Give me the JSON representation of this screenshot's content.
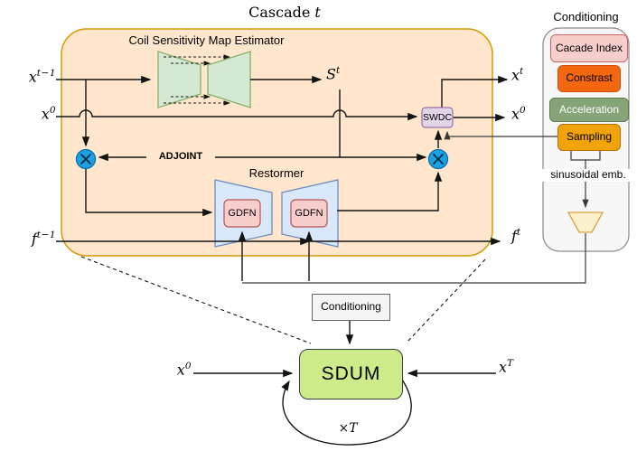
{
  "title": {
    "prefix": "Cascade ",
    "var": "t"
  },
  "cascade": {
    "csme_label": "Coil Sensitivity Map Estimator",
    "adjoint_label": "ADJOINT",
    "restormer_label": "Restormer",
    "gdfn1_label": "GDFN",
    "gdfn2_label": "GDFN",
    "swdc_label": "SWDC"
  },
  "signals": {
    "x_prev": {
      "base": "x",
      "sup": "t−1"
    },
    "x0_in": {
      "base": "x",
      "sup": "0"
    },
    "f_prev": {
      "base": "f",
      "sup": "t−1"
    },
    "s_map": {
      "base": "S",
      "sup": "t"
    },
    "x_out": {
      "base": "x",
      "sup": "t"
    },
    "x0_out": {
      "base": "x",
      "sup": "0"
    },
    "f_out": {
      "base": "f",
      "sup": "t"
    }
  },
  "conditioning_panel": {
    "title": "Conditioning",
    "items": [
      {
        "label": "Cacade Index",
        "fill": "#f8cecc"
      },
      {
        "label": "Constrast",
        "fill": "#f2670f"
      },
      {
        "label": "Acceleration",
        "fill": "#86a478"
      },
      {
        "label": "Sampling",
        "fill": "#f0a30a"
      }
    ],
    "sinusoidal_label": "sinusoidal emb."
  },
  "overview": {
    "conditioning_box_label": "Conditioning",
    "sdum_label": "SDUM",
    "x0_bottom": {
      "base": "x",
      "sup": "0"
    },
    "xT_bottom": {
      "base": "x",
      "sup": "T"
    },
    "loop_label": {
      "times": "×",
      "var": "T"
    }
  },
  "colors": {
    "cascade_box_fill": "#ffe6cc",
    "cascade_box_stroke": "#d79b00",
    "csme_fill": "#d5e8d4",
    "csme_stroke": "#82b366",
    "restormer_fill": "#dae8fc",
    "restormer_stroke": "#6c8ebf",
    "gdfn_fill": "#f8cecc",
    "gdfn_stroke": "#b85450",
    "swdc_fill": "#e1d5e7",
    "swdc_stroke": "#9673a6",
    "multiply_fill": "#1ba1e2",
    "sdum_fill": "#cdeb8b",
    "funnel_fill": "#fcf0cd",
    "panel_fill": "#f7f7f7",
    "wire": "#141414",
    "conditioning_wire": "#4d4d4d"
  }
}
